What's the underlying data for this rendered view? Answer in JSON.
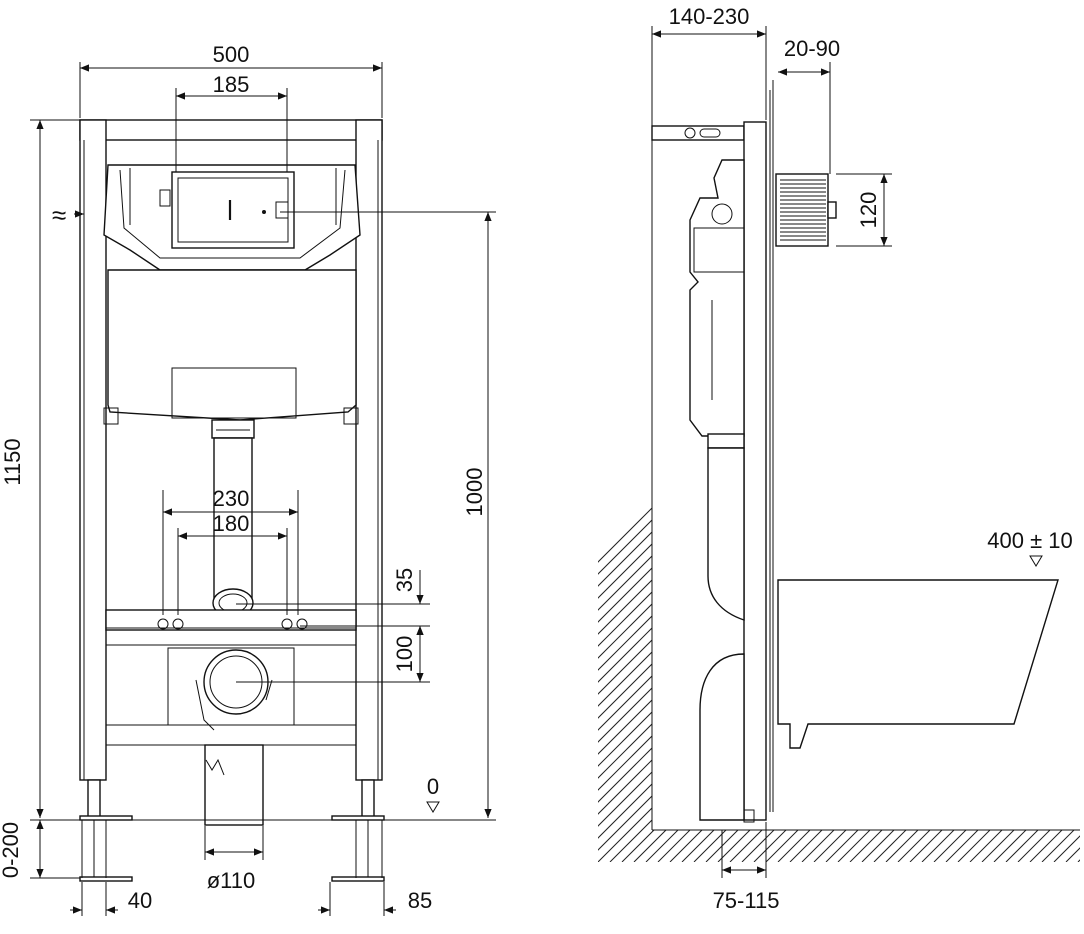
{
  "front_view": {
    "width_label": "500",
    "button_width_label": "185",
    "height_label": "1150",
    "actuation_height_label": "1000",
    "fixing_outer_label": "230",
    "fixing_inner_label": "180",
    "drain_offset_label": "35",
    "drain_spacing_label": "100",
    "level_zero_label": "0",
    "leg_adjust_label": "0-200",
    "foot_offset_label": "40",
    "foot_width_label": "85",
    "outlet_diameter_label": "ø110"
  },
  "side_view": {
    "wall_gap_label": "140-230",
    "finish_thickness_label": "20-90",
    "button_height_label": "120",
    "bowl_height_label": "400 ± 10",
    "outlet_projection_label": "75-115"
  },
  "colors": {
    "line": "#111111",
    "background": "#ffffff"
  }
}
